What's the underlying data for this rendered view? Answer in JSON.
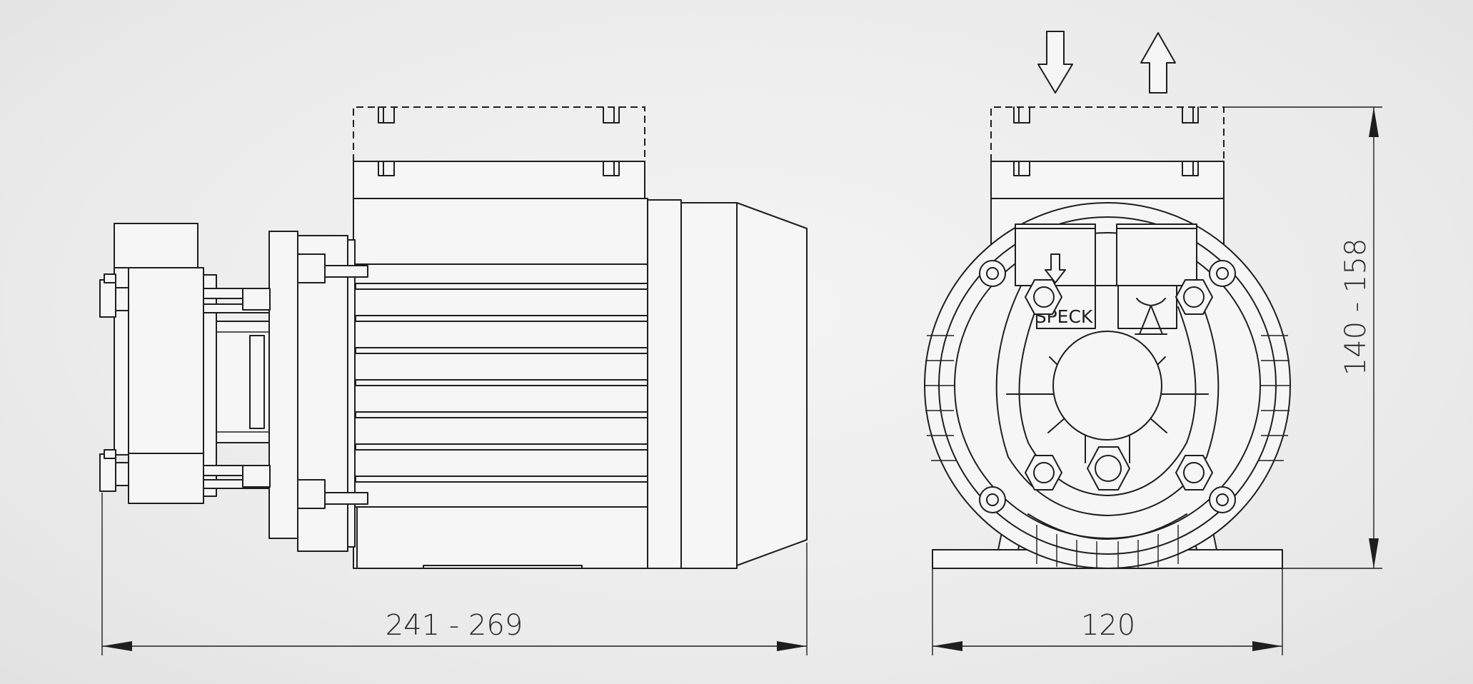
{
  "dimensions": {
    "side_length": "241 - 269",
    "front_width": "120",
    "front_height": "140 - 158"
  },
  "labels": {
    "brand": "SPECK"
  },
  "icons": {
    "inlet": "arrow-down-icon",
    "outlet": "arrow-up-icon"
  },
  "colors": {
    "line": "#1e1e1e",
    "background": "#ececec"
  }
}
